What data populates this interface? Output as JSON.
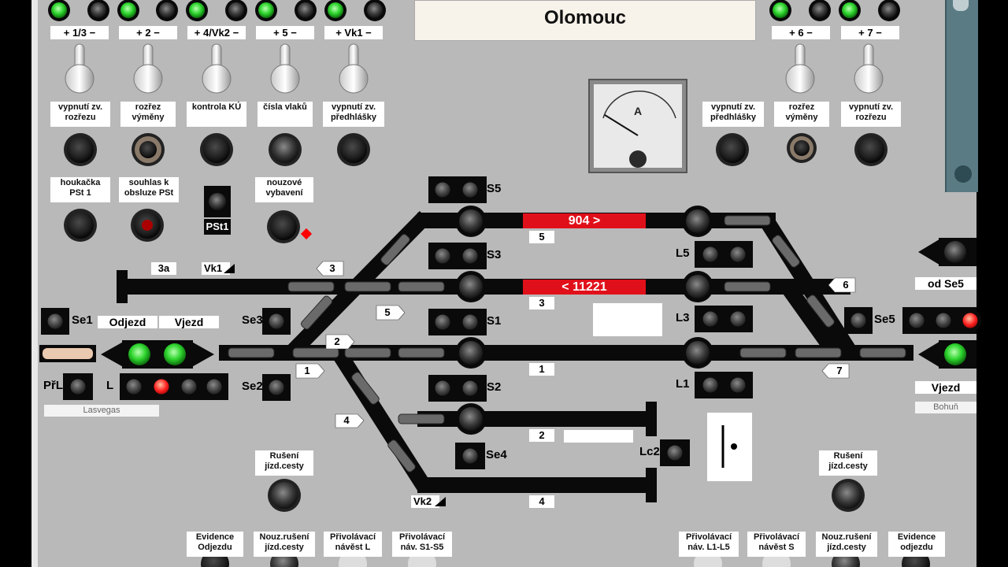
{
  "station": {
    "name": "Olomouc"
  },
  "indicators": {
    "top_left": [
      "+ 1/3 −",
      "+ 2 −",
      "+ 4/Vk2 −",
      "+ 5 −",
      "+ Vk1 −"
    ],
    "top_right": [
      "+ 6 −",
      "+ 7 −"
    ]
  },
  "buttons": {
    "row1_left": [
      "vypnutí zv. rozřezu",
      "rozřez výměny",
      "kontrola KÚ",
      "čísla vlaků",
      "vypnutí zv. předhlášky"
    ],
    "row1_right": [
      "vypnutí zv. předhlášky",
      "rozřez výměny",
      "vypnutí zv. rozřezu"
    ],
    "houkacka": "houkačka PSt 1",
    "souhlas": "souhlas k obsluze PSt",
    "pst1": "PSt1",
    "nouzove": "nouzové vybavení",
    "ruseni_left": "Rušení jízd.cesty",
    "ruseni_right": "Rušení jízd.cesty",
    "bottom_left": [
      "Evidence Odjezdu",
      "Nouz.rušení jízd.cesty",
      "Přivolávací návěst L",
      "Přivolávací náv. S1-S5"
    ],
    "bottom_right": [
      "Přivolávací náv. L1-L5",
      "Přivolávací návěst S",
      "Nouz.rušení jízd.cesty",
      "Evidence odjezdu"
    ]
  },
  "signals": {
    "S5": "S5",
    "S3": "S3",
    "S1": "S1",
    "S2": "S2",
    "Se4": "Se4",
    "L5": "L5",
    "L3": "L3",
    "L1": "L1",
    "Lc2": "Lc2",
    "Se1": "Se1",
    "Se2": "Se2",
    "Se3": "Se3",
    "Se5": "Se5",
    "PrL": "PřL",
    "L": "L"
  },
  "tracks": {
    "t3a": "3a",
    "vk1": "Vk1",
    "vk2": "Vk2",
    "t5": "5",
    "t3": "3",
    "t1": "1",
    "t2": "2",
    "t4": "4",
    "sw3": "3",
    "sw5": "5",
    "sw2": "2",
    "sw1": "1",
    "sw4": "4",
    "sw6": "6",
    "sw7": "7"
  },
  "trains": {
    "track5": "904 >",
    "track3": "< 11221"
  },
  "left_block": {
    "odjezd": "Odjezd",
    "vjezd": "Vjezd",
    "neighbor": "Lasvegas"
  },
  "right_block": {
    "from": "od Se5",
    "vjezd": "Vjezd",
    "neighbor": "Bohuň"
  },
  "meter": {
    "unit": "A"
  },
  "colors": {
    "board": "#b9b9b9",
    "track": "#0a0a0a",
    "train": "#e0101a",
    "green": "#2ed52e",
    "red": "#ff2020"
  }
}
